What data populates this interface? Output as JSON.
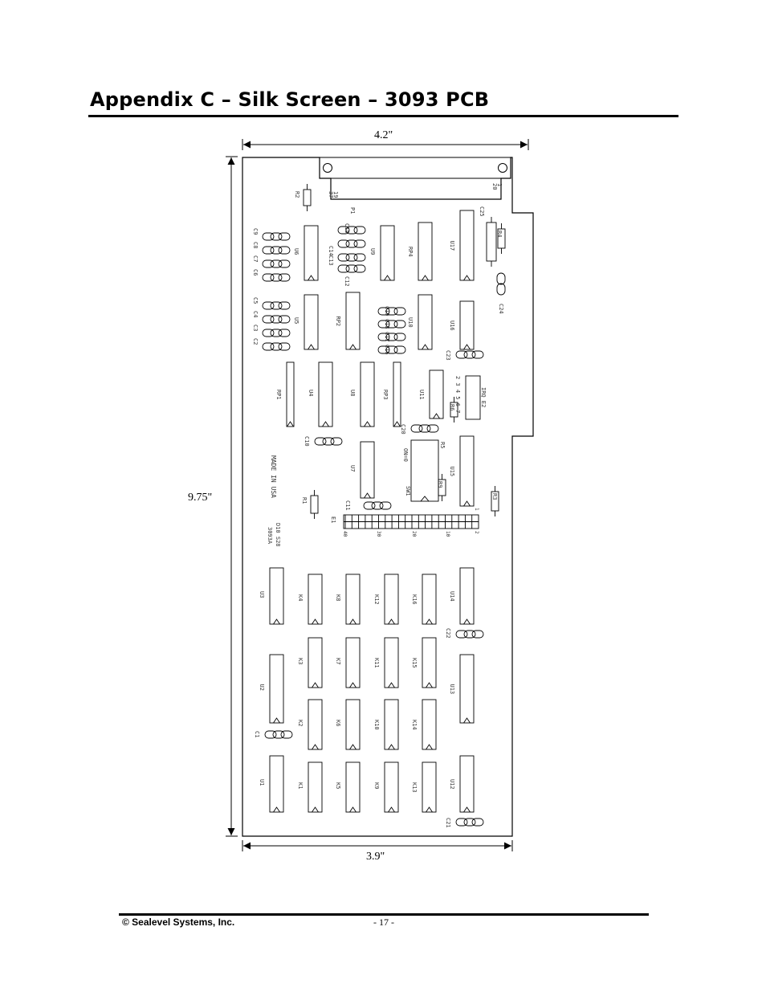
{
  "header": {
    "title": "Appendix C – Silk Screen – 3093 PCB"
  },
  "dimensions": {
    "width_top": "4.2\"",
    "height": "9.75\"",
    "width_bottom": "3.9\""
  },
  "board": {
    "connector": {
      "ref": "P1",
      "pin_left_a": "19",
      "pin_left_b": "37",
      "pin_right_a": "1",
      "pin_right_b": "20"
    },
    "origin": "MADE IN USA",
    "part_number": "3093A",
    "date_code": "D10 S28",
    "dip_switch": {
      "ref": "SW1",
      "label": "ON=0"
    },
    "irq": {
      "label": "IRQ  E2",
      "numbers": "2 3 4 5 6 7"
    },
    "header_e1": {
      "ref": "E1",
      "pins": [
        "40",
        "30",
        "20",
        "10",
        "2"
      ],
      "pin1": "1"
    },
    "chips": [
      "U1",
      "U2",
      "U3",
      "U4",
      "U5",
      "U6",
      "U7",
      "U8",
      "U9",
      "U10",
      "U11",
      "U12",
      "U13",
      "U14",
      "U15",
      "U16",
      "U17",
      "RP1",
      "RP2",
      "RP3",
      "RP4"
    ],
    "relays": [
      "K1",
      "K2",
      "K3",
      "K4",
      "K5",
      "K6",
      "K7",
      "K8",
      "K9",
      "K10",
      "K11",
      "K12",
      "K13",
      "K14",
      "K15",
      "K16"
    ],
    "resistors": [
      "R1",
      "R2",
      "R3",
      "R4",
      "R5",
      "R6",
      "R9"
    ],
    "capacitors": [
      "C1",
      "C2",
      "C3",
      "C4",
      "C5",
      "C6",
      "C7",
      "C8",
      "C9",
      "C10",
      "C11",
      "C12",
      "C13",
      "C14",
      "C15",
      "C16",
      "C17",
      "C18",
      "C19",
      "C20",
      "C21",
      "C22",
      "C23",
      "C24",
      "C25"
    ]
  },
  "footer": {
    "company": "© Sealevel Systems, Inc.",
    "page": "- 17 -"
  }
}
